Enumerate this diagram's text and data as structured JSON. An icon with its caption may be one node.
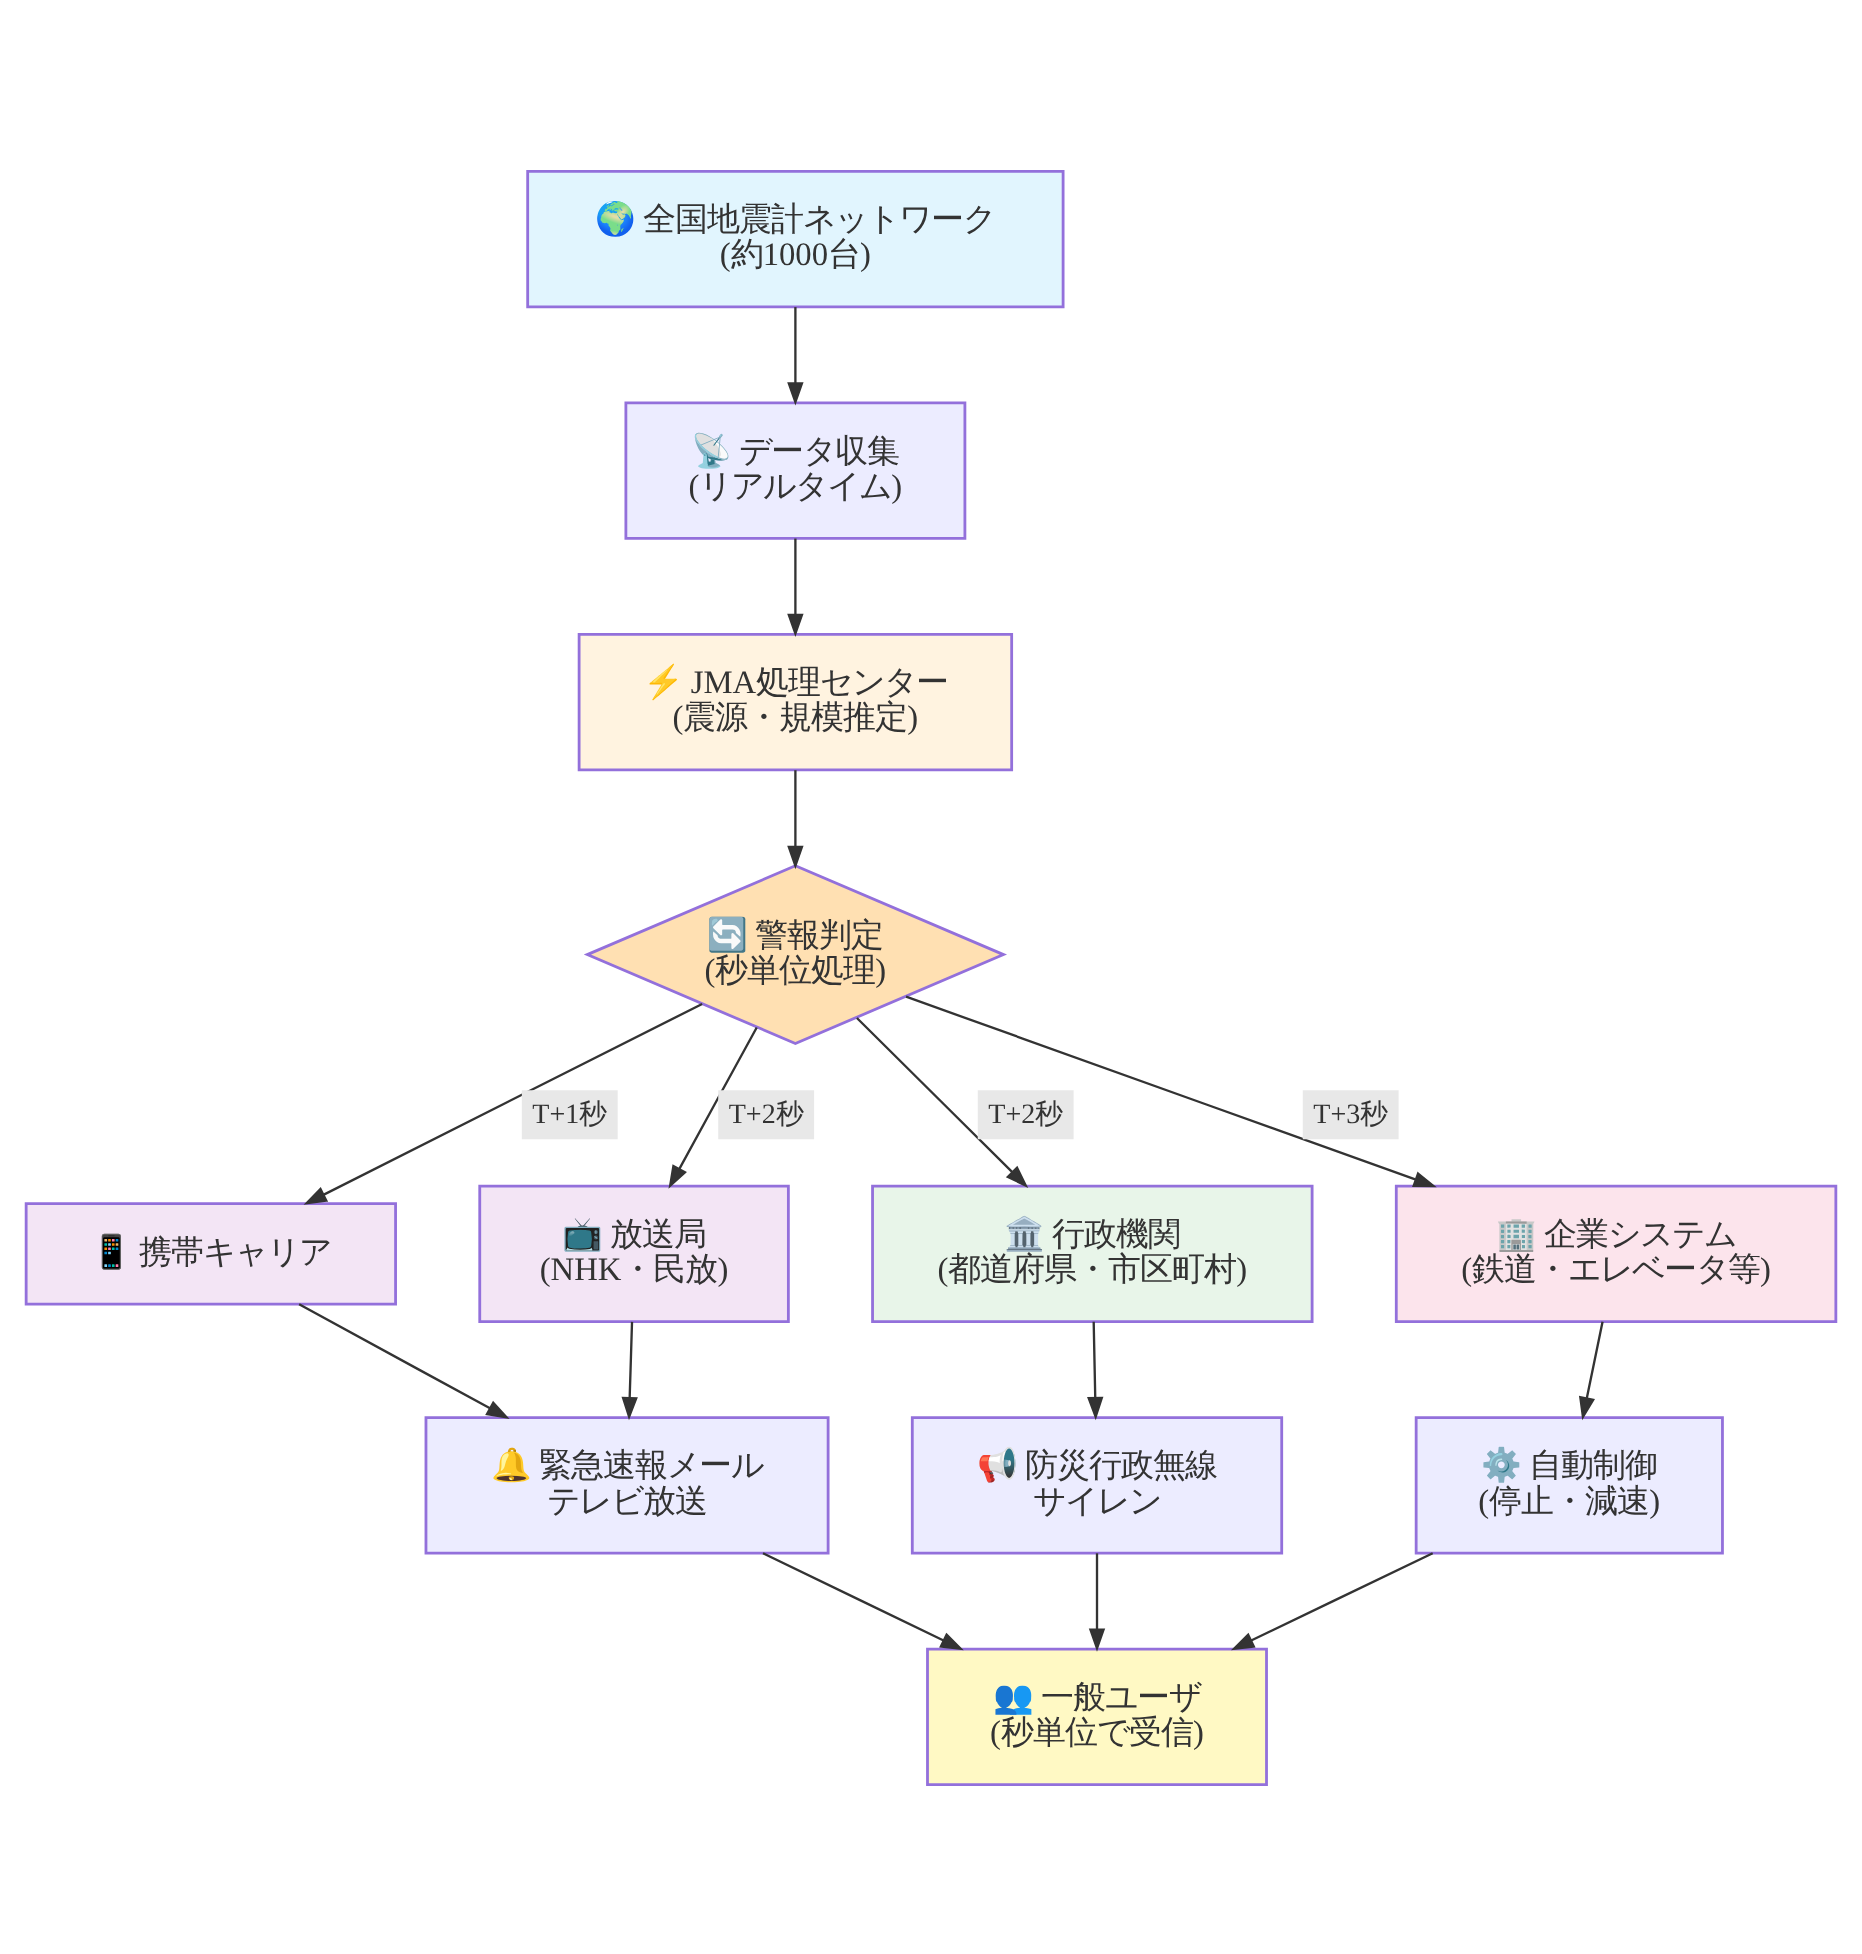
{
  "diagram": {
    "nodes": [
      {
        "text": [
          "🌍 全国地震計ネットワーク",
          "(約1000台)"
        ]
      },
      {
        "text": [
          "📡 データ収集",
          "(リアルタイム)"
        ]
      },
      {
        "text": [
          "⚡ JMA処理センター",
          "(震源・規模推定)"
        ]
      },
      {
        "text": [
          "🔄 警報判定",
          "(秒単位処理)"
        ]
      },
      {
        "text": [
          "📱 携帯キャリア"
        ]
      },
      {
        "text": [
          "📺 放送局",
          "(NHK・民放)"
        ]
      },
      {
        "text": [
          "🏛️ 行政機関",
          "(都道府県・市区町村)"
        ]
      },
      {
        "text": [
          "🏢 企業システム",
          "(鉄道・エレベータ等)"
        ]
      },
      {
        "text": [
          "🔔 緊急速報メール",
          "テレビ放送"
        ]
      },
      {
        "text": [
          "📢 防災行政無線",
          "サイレン"
        ]
      },
      {
        "text": [
          "⚙️ 自動制御",
          "(停止・減速)"
        ]
      },
      {
        "text": [
          "👥 一般ユーザ",
          "(秒単位で受信)"
        ]
      }
    ],
    "edges": [
      {
        "from": 0,
        "to": 1,
        "arrow": "to"
      },
      {
        "from": 1,
        "to": 2,
        "arrow": "to"
      },
      {
        "from": 2,
        "to": 3,
        "arrow": "to"
      },
      {
        "from": 3,
        "to": 4,
        "arrow": "to",
        "label": "T+1秒"
      },
      {
        "from": 3,
        "to": 5,
        "arrow": "to",
        "label": "T+2秒"
      },
      {
        "from": 3,
        "to": 6,
        "arrow": "to",
        "label": "T+2秒"
      },
      {
        "from": 3,
        "to": 7,
        "arrow": "to",
        "label": "T+3秒"
      },
      {
        "from": 4,
        "to": 8,
        "arrow": "to"
      },
      {
        "from": 5,
        "to": 8,
        "arrow": "to"
      },
      {
        "from": 6,
        "to": 9,
        "arrow": "to"
      },
      {
        "from": 7,
        "to": 10,
        "arrow": "to"
      },
      {
        "from": 8,
        "to": 11,
        "arrow": "to"
      },
      {
        "from": 9,
        "to": 11,
        "arrow": "to"
      },
      {
        "from": 10,
        "to": 11,
        "arrow": "to"
      }
    ]
  }
}
